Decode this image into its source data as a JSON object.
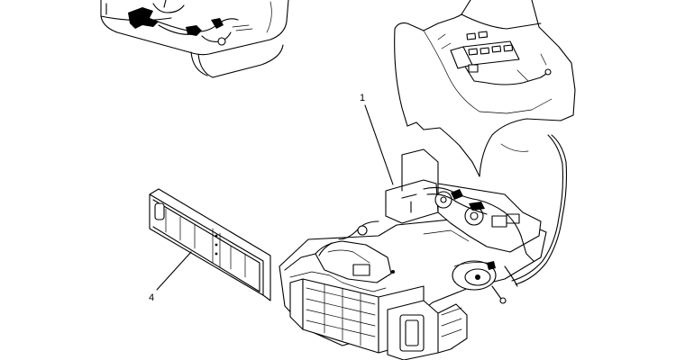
{
  "callouts": [
    {
      "id": "1",
      "label": "1"
    },
    {
      "id": "4",
      "label": "4"
    }
  ],
  "parts": {
    "seat_assembly": {
      "icon": "seat-harness-drawing"
    },
    "dash_panel": {
      "icon": "instrument-panel-drawing"
    },
    "hvac_module": {
      "icon": "hvac-module-drawing"
    },
    "air_filter": {
      "icon": "cabin-air-filter-drawing"
    }
  },
  "colors": {
    "line": "#000000",
    "background": "#ffffff"
  }
}
